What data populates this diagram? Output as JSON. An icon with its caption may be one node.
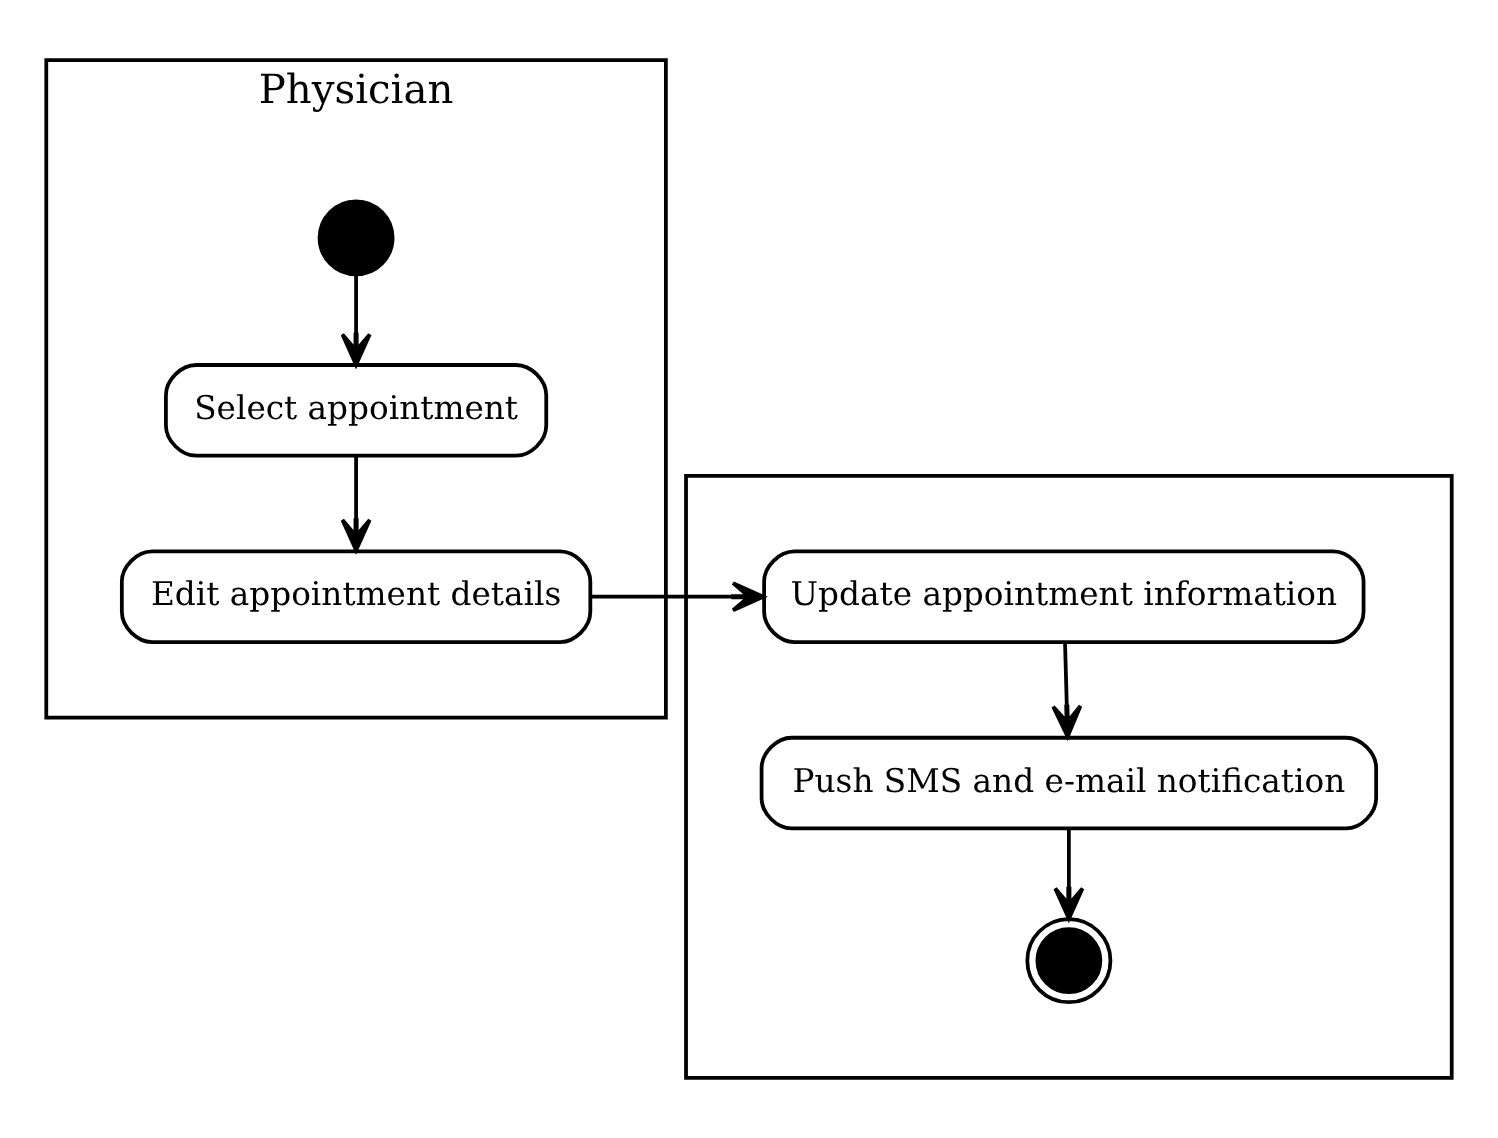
{
  "diagram": {
    "nodes": [
      {
        "text": [
          "Physician"
        ]
      },
      {
        "text": [],
        "shape": "box"
      },
      {
        "text": [],
        "shape": "circle",
        "in": 0
      },
      {
        "text": [
          "Select appointment"
        ],
        "in": 0
      },
      {
        "text": [
          "Edit appointment details"
        ],
        "in": 0
      },
      {
        "text": [
          "Update appointment information"
        ],
        "in": 1
      },
      {
        "text": [
          "Push SMS and e-mail notification"
        ],
        "in": 1
      },
      {
        "text": [],
        "shape": "circle",
        "in": 1
      }
    ],
    "edges": [
      {
        "from": 2,
        "to": 3,
        "arrow": "to"
      },
      {
        "from": 3,
        "to": 4,
        "arrow": "to"
      },
      {
        "from": 4,
        "to": 5,
        "arrow": "to"
      },
      {
        "from": 5,
        "to": 6,
        "arrow": "to"
      },
      {
        "from": 6,
        "to": 7,
        "arrow": "to"
      }
    ]
  }
}
